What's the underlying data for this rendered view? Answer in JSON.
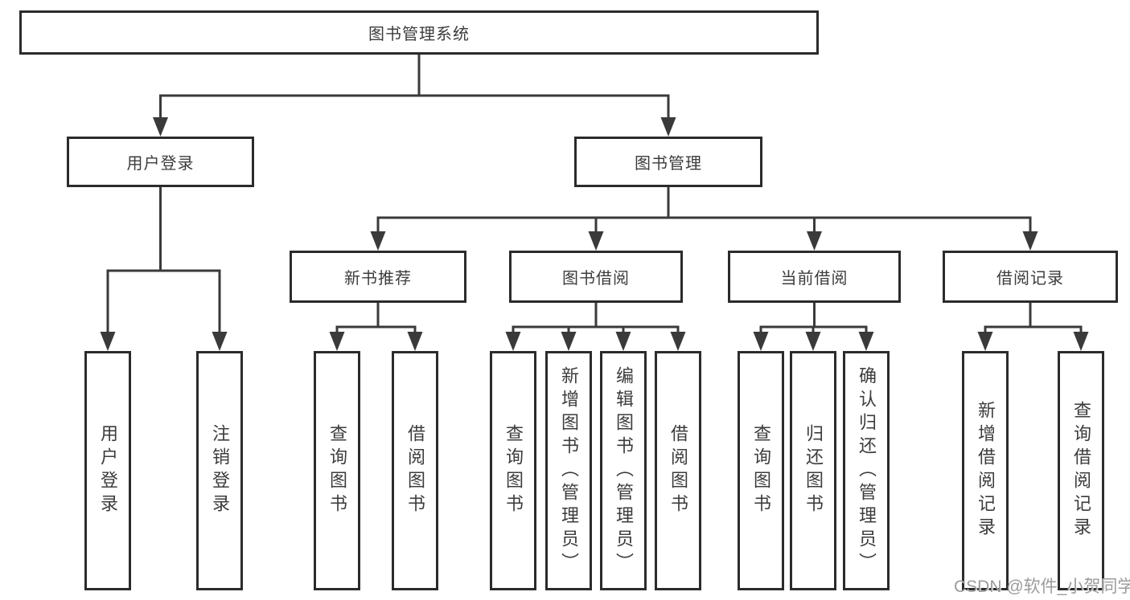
{
  "diagram": {
    "watermark": "CSDN @软件_小贺同学",
    "colors": {
      "line": "#3a3a3a",
      "box_border": "#2b2b2b",
      "box_fill": "#ffffff",
      "text": "#3c3c3c",
      "watermark": "#9b9b9b"
    },
    "nodes": [
      {
        "id": "root",
        "label": "图书管理系统",
        "parent": null,
        "orientation": "horizontal"
      },
      {
        "id": "user-login",
        "label": "用户登录",
        "parent": "root",
        "orientation": "horizontal"
      },
      {
        "id": "book-management",
        "label": "图书管理",
        "parent": "root",
        "orientation": "horizontal"
      },
      {
        "id": "new-book-recommend",
        "label": "新书推荐",
        "parent": "book-management",
        "orientation": "horizontal"
      },
      {
        "id": "book-borrowing",
        "label": "图书借阅",
        "parent": "book-management",
        "orientation": "horizontal"
      },
      {
        "id": "current-borrowing",
        "label": "当前借阅",
        "parent": "book-management",
        "orientation": "horizontal"
      },
      {
        "id": "borrowing-records",
        "label": "借阅记录",
        "parent": "book-management",
        "orientation": "horizontal"
      },
      {
        "id": "leaf-user-login",
        "label": "用户登录",
        "parent": "user-login",
        "orientation": "vertical"
      },
      {
        "id": "leaf-logout",
        "label": "注销登录",
        "parent": "user-login",
        "orientation": "vertical"
      },
      {
        "id": "leaf-nb-query",
        "label": "查询图书",
        "parent": "new-book-recommend",
        "orientation": "vertical"
      },
      {
        "id": "leaf-nb-borrow",
        "label": "借阅图书",
        "parent": "new-book-recommend",
        "orientation": "vertical"
      },
      {
        "id": "leaf-bb-query",
        "label": "查询图书",
        "parent": "book-borrowing",
        "orientation": "vertical"
      },
      {
        "id": "leaf-bb-add",
        "label": "新增图书（管理员）",
        "parent": "book-borrowing",
        "orientation": "vertical"
      },
      {
        "id": "leaf-bb-edit",
        "label": "编辑图书（管理员）",
        "parent": "book-borrowing",
        "orientation": "vertical"
      },
      {
        "id": "leaf-bb-borrow",
        "label": "借阅图书",
        "parent": "book-borrowing",
        "orientation": "vertical"
      },
      {
        "id": "leaf-cb-query",
        "label": "查询图书",
        "parent": "current-borrowing",
        "orientation": "vertical"
      },
      {
        "id": "leaf-cb-return",
        "label": "归还图书",
        "parent": "current-borrowing",
        "orientation": "vertical"
      },
      {
        "id": "leaf-cb-confirm",
        "label": "确认归还（管理员）",
        "parent": "current-borrowing",
        "orientation": "vertical"
      },
      {
        "id": "leaf-br-add",
        "label": "新增借阅记录",
        "parent": "borrowing-records",
        "orientation": "vertical"
      },
      {
        "id": "leaf-br-query",
        "label": "查询借阅记录",
        "parent": "borrowing-records",
        "orientation": "vertical"
      }
    ]
  }
}
